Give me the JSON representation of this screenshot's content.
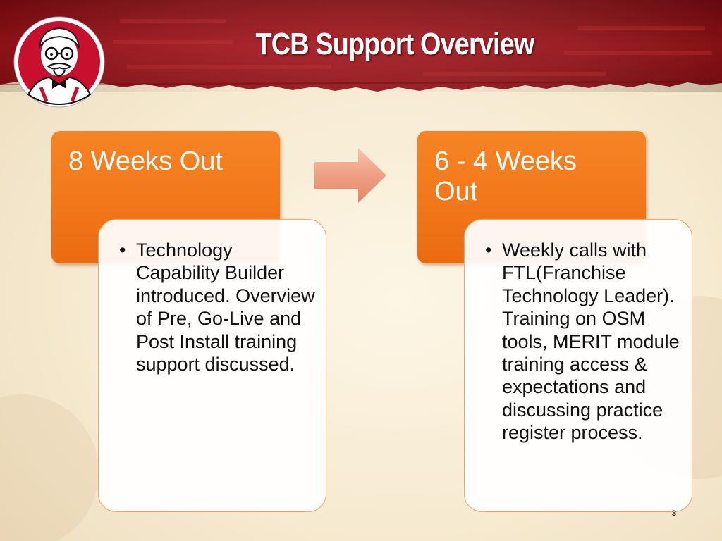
{
  "slide": {
    "title": "TCB Support Overview",
    "page_number": "3"
  },
  "stages": [
    {
      "heading": "8 Weeks Out",
      "bullet": "Technology Capability Builder introduced. Overview of Pre, Go-Live and Post Install training support discussed."
    },
    {
      "heading": "6 - 4 Weeks Out",
      "bullet": "Weekly calls with FTL(Franchise Technology Leader). Training on OSM tools, MERIT module training access & expectations and discussing practice register process."
    }
  ],
  "icons": {
    "logo": "colonel-logo-icon",
    "arrow": "right-arrow-icon"
  },
  "colors": {
    "banner": "#a5141b",
    "stage_orange": "#f37a1c",
    "detail_border": "#f4a764",
    "arrow": "#ee9b80"
  }
}
